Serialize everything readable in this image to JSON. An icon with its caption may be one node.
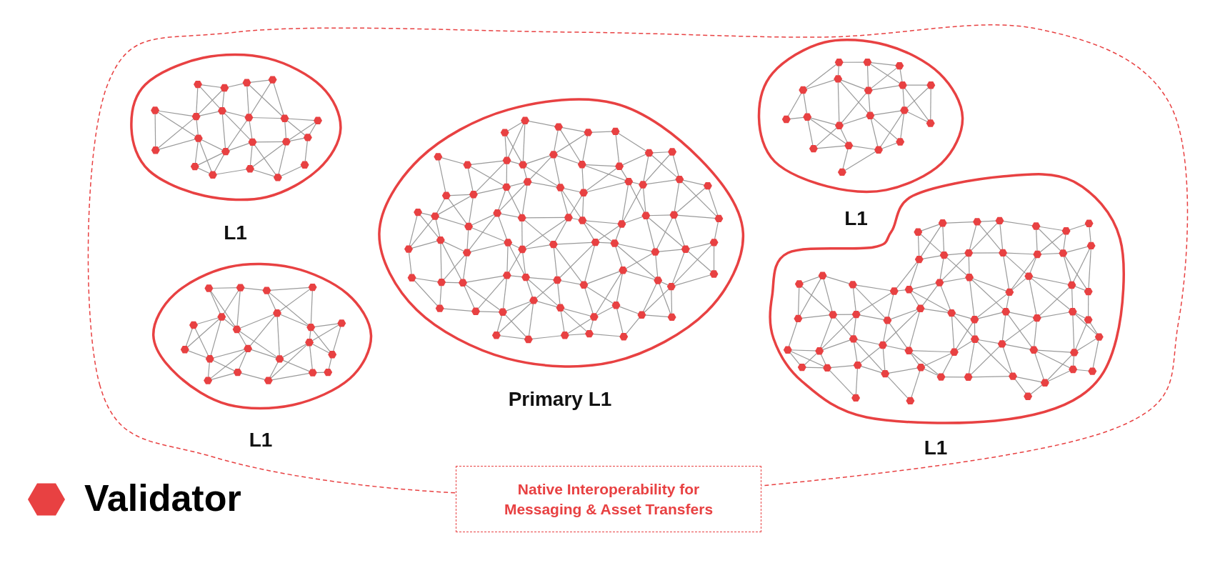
{
  "diagram": {
    "nodes": [
      {
        "text": [],
        "shape": "cloud"
      },
      {
        "text": [
          "L1"
        ],
        "in": 0
      },
      {
        "text": [
          "L1"
        ],
        "in": 0
      },
      {
        "text": [
          "Primary L1"
        ],
        "in": 0
      },
      {
        "text": [
          "L1"
        ],
        "in": 0
      },
      {
        "text": [
          "L1"
        ],
        "in": 0
      },
      {
        "text": [
          "Native Interoperability for Messaging & Asset Transfers"
        ]
      }
    ],
    "edges": [],
    "legend": [
      {
        "text": "Validator"
      }
    ]
  }
}
